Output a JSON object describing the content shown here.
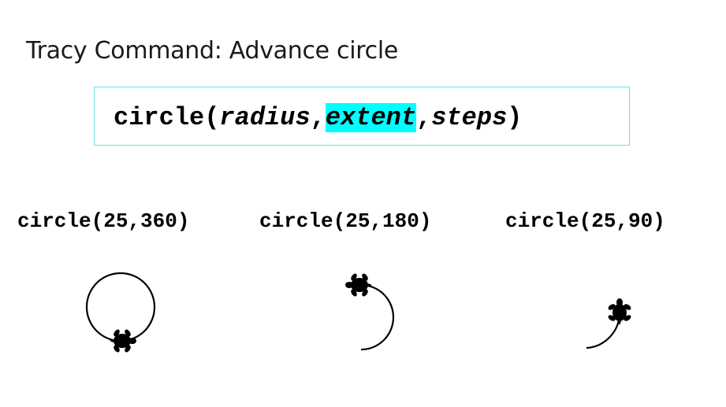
{
  "title": "Tracy Command: Advance circle",
  "syntax": {
    "func": "circle",
    "open": "(",
    "param1": "radius",
    "sep1": ",",
    "param2": "extent",
    "sep2": ",",
    "param3": "steps",
    "close": ")",
    "highlight_color": "#00ffff"
  },
  "examples": [
    {
      "label": "circle(25,360)",
      "extent_degrees": 360
    },
    {
      "label": "circle(25,180)",
      "extent_degrees": 180
    },
    {
      "label": "circle(25,90)",
      "extent_degrees": 90
    }
  ]
}
